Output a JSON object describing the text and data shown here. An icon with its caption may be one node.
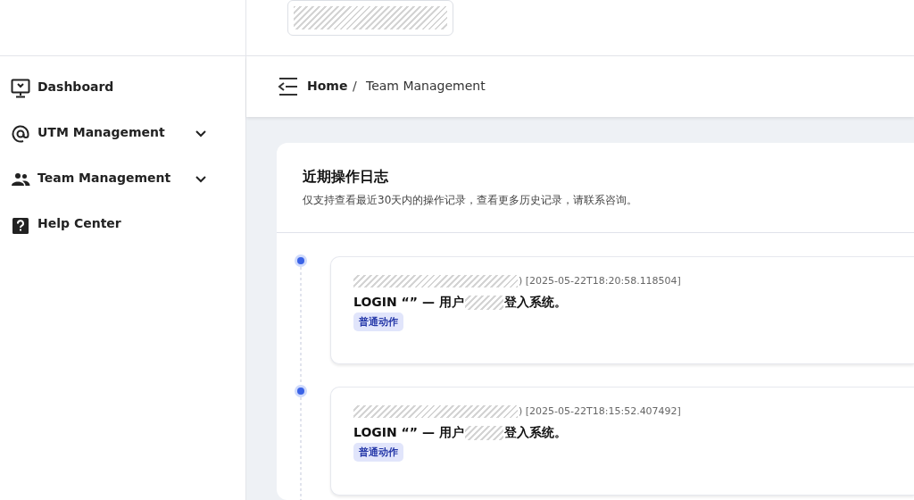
{
  "diagram": {
    "nodes": [
      {
        "text": [
          "近期操作日志",
          "仅支持查看最近30天内的操作记录，查看更多历史记录，请联系咨询。"
        ]
      },
      {
        "text": [],
        "shape": "circle",
        "in": 0
      },
      {
        "text": [
          ") [2025-05-22T18:20:58.118504]",
          "LOGIN “” — 用户",
          "登入系统。"
        ],
        "in": 0
      },
      {
        "text": [
          "普通动作"
        ],
        "in": 2
      },
      {
        "text": [],
        "shape": "circle",
        "in": 0
      },
      {
        "text": [
          ") [2025-05-22T18:15:52.407492]",
          "LOGIN “” — 用户",
          "登入系统。"
        ],
        "in": 0
      },
      {
        "text": [
          "普通动作"
        ],
        "in": 5
      }
    ],
    "edges": [
      {
        "from": 1,
        "to": 4,
        "arrow": "none",
        "style": "dashed"
      },
      {
        "from": 4,
        "to": null,
        "arrow": "none",
        "style": "dashed"
      }
    ],
    "labels": [
      "Dashboard",
      "UTM Management",
      "Team Management",
      "Help Center",
      "Home",
      "/",
      "Team Management"
    ]
  }
}
